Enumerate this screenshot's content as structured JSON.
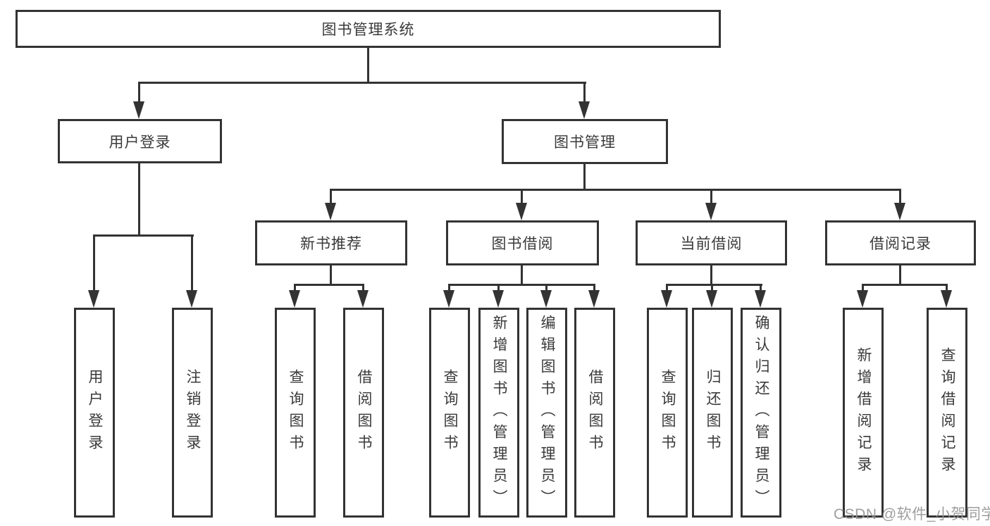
{
  "tree": {
    "label": "图书管理系统",
    "children": [
      {
        "label": "用户登录",
        "children": [
          {
            "label": "用户登录"
          },
          {
            "label": "注销登录"
          }
        ]
      },
      {
        "label": "图书管理",
        "children": [
          {
            "label": "新书推荐",
            "children": [
              {
                "label": "查询图书"
              },
              {
                "label": "借阅图书"
              }
            ]
          },
          {
            "label": "图书借阅",
            "children": [
              {
                "label": "查询图书"
              },
              {
                "label": "新增图书（管理员）"
              },
              {
                "label": "编辑图书（管理员）"
              },
              {
                "label": "借阅图书"
              }
            ]
          },
          {
            "label": "当前借阅",
            "children": [
              {
                "label": "查询图书"
              },
              {
                "label": "归还图书"
              },
              {
                "label": "确认归还（管理员）"
              }
            ]
          },
          {
            "label": "借阅记录",
            "children": [
              {
                "label": "新增借阅记录"
              },
              {
                "label": "查询借阅记录"
              }
            ]
          }
        ]
      }
    ]
  },
  "watermark": "CSDN @软件_小贺同学",
  "colors": {
    "line": "#333333",
    "box_border": "#333333",
    "text": "#3a3a3a",
    "watermark": "#949494",
    "background": "#ffffff"
  }
}
